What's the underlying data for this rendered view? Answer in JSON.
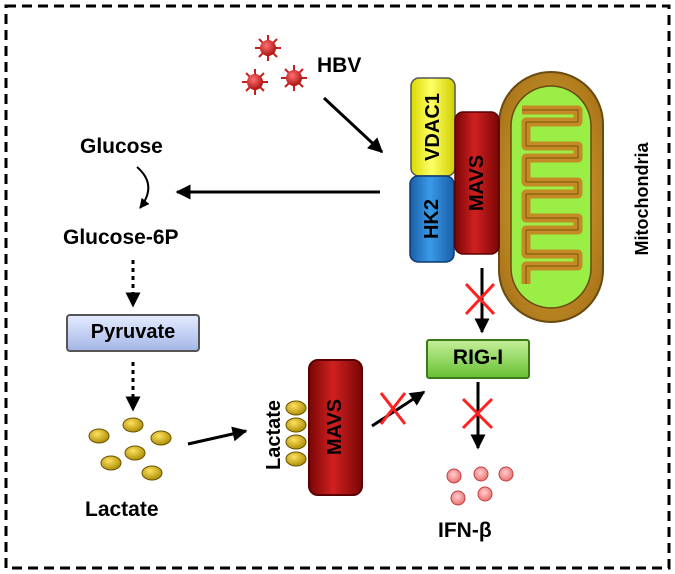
{
  "labels": {
    "hbv": "HBV",
    "glucose": "Glucose",
    "glucose6p": "Glucose-6P",
    "pyruvate": "Pyruvate",
    "lactate_bottom": "Lactate",
    "lactate_vertical": "Lactate",
    "vdac1": "VDAC1",
    "hk2": "HK2",
    "mavs_top": "MAVS",
    "mavs_bottom": "MAVS",
    "mitochondria": "Mitochondria",
    "rigi": "RIG-I",
    "ifnb": "IFN-β"
  },
  "colors": {
    "virus": "#c81e1e",
    "vdac1": "#ffff33",
    "hk2": "#1f78c8",
    "mavs": "#b01010",
    "mito_outer": "#b8862a",
    "mito_inner": "#99ee44",
    "rigi": "#88d858",
    "pyruvate_box": "#b8c8ee",
    "lactate_dot": "#c8a800",
    "ifn_dot": "#ee7777",
    "inhibit": "#ff2020"
  }
}
